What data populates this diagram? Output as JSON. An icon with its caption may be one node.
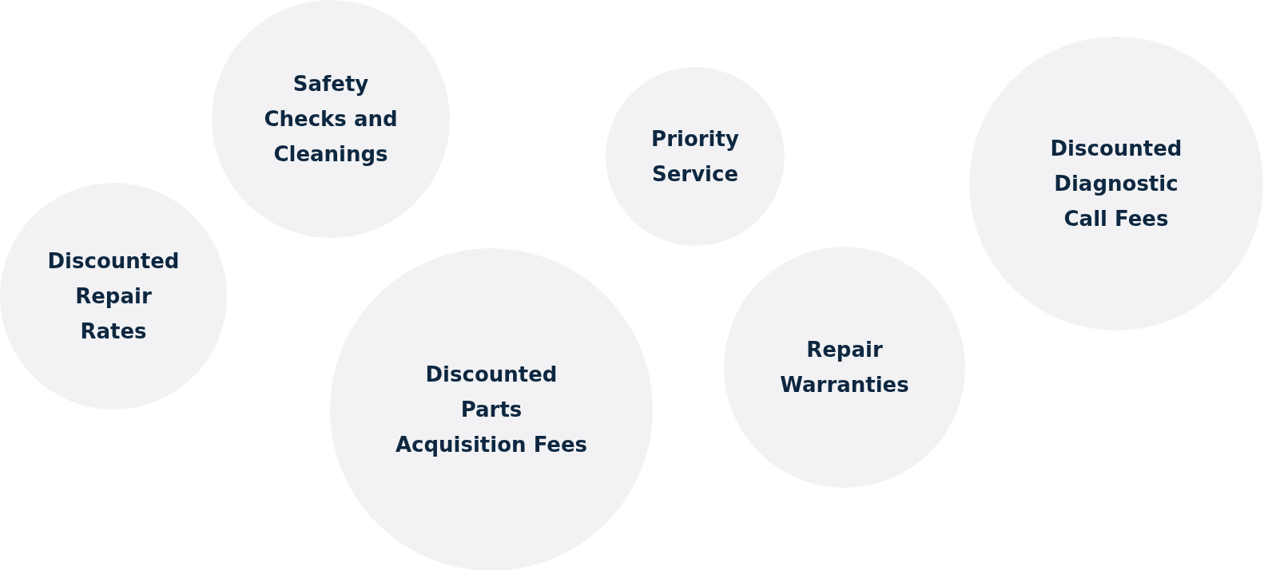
{
  "diagram": {
    "nodes": [
      {
        "text": [
          "Safety Checks and Cleanings"
        ]
      },
      {
        "text": [
          "Priority Service"
        ]
      },
      {
        "text": [
          "Discounted Diagnostic Call Fees"
        ]
      },
      {
        "text": [
          "Discounted Repair Rates"
        ]
      },
      {
        "text": [
          "Repair Warranties"
        ]
      },
      {
        "text": [
          "Discounted Parts Acquisition Fees"
        ]
      }
    ]
  }
}
